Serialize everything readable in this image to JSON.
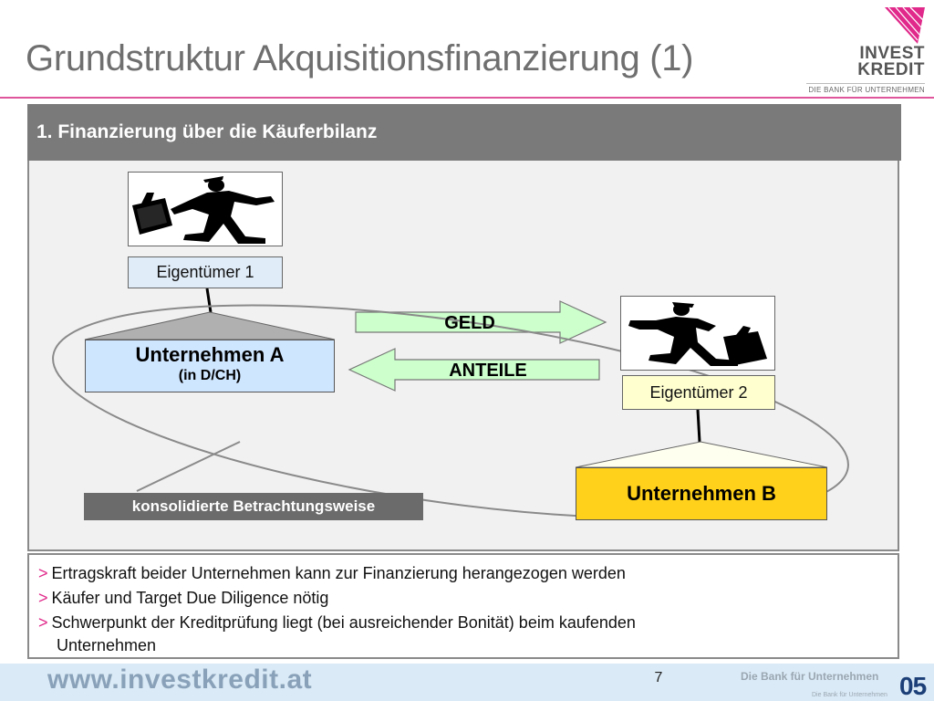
{
  "header": {
    "title": "Grundstruktur Akquisitionsfinanzierung (1)"
  },
  "logo": {
    "line1": "INVEST",
    "line2": "KREDIT",
    "tagline": "DIE BANK FÜR UNTERNEHMEN"
  },
  "section": {
    "title": "1. Finanzierung über die Käuferbilanz"
  },
  "diagram": {
    "owner1": "Eigentümer 1",
    "owner2": "Eigentümer 2",
    "company_a_name": "Unternehmen A",
    "company_a_sub": "(in D/CH)",
    "company_b_name": "Unternehmen B",
    "arrow_money": "GELD",
    "arrow_shares": "ANTEILE",
    "consolidated": "konsolidierte Betrachtungsweise"
  },
  "bullets": {
    "marker": ">",
    "items": [
      "Ertragskraft beider Unternehmen kann zur Finanzierung herangezogen werden",
      "Käufer und Target Due Diligence nötig",
      "Schwerpunkt der Kreditprüfung liegt (bei ausreichender Bonität) beim kaufenden",
      "Unternehmen"
    ]
  },
  "footer": {
    "url": "www.investkredit.at",
    "page": "7",
    "ghost_text": "Die Bank für Unternehmen",
    "ghost_text_small": "Die Bank für Unternehmen",
    "year": "05"
  },
  "colors": {
    "accent_pink": "#e0298a",
    "header_bar": "#7a7a7a",
    "company_a": "#cfe6ff",
    "company_b": "#ffd11a",
    "owner2_bg": "#ffffd0",
    "arrow_fill": "#ccffcc",
    "footer_band": "#daeaf6"
  }
}
